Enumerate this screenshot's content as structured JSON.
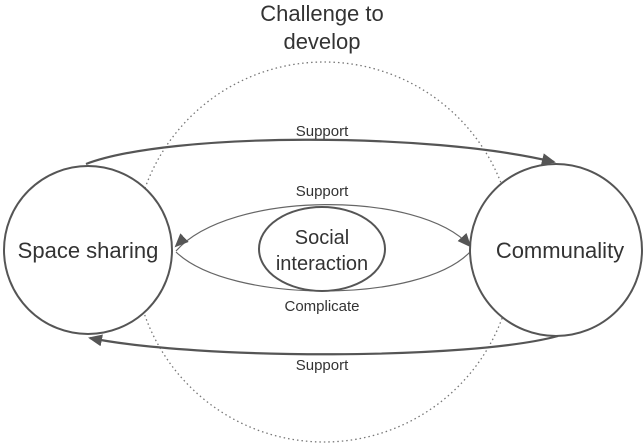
{
  "diagram": {
    "title_line1": "Challenge to",
    "title_line2": "develop",
    "nodes": {
      "left": "Space sharing",
      "right": "Communality",
      "center_line1": "Social",
      "center_line2": "interaction"
    },
    "edges": {
      "top_outer": "Support",
      "top_inner": "Support",
      "bottom_inner": "Complicate",
      "bottom_outer": "Support"
    }
  }
}
